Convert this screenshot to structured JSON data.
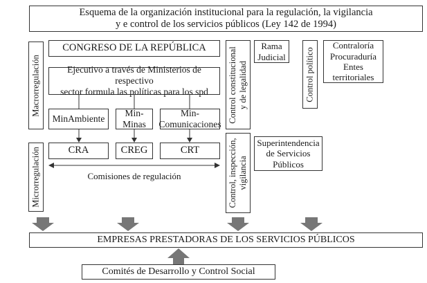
{
  "title": {
    "line1": "Esquema de la organización institucional para la regulación, la vigilancia",
    "line2": "y e control de los servicios públicos  (Ley 142 de 1994)"
  },
  "left_labels": {
    "macro": "Macrorregulación",
    "micro": "Microrregulación"
  },
  "congreso": "CONGRESO DE LA REPÚBLICA",
  "ejecutivo": {
    "line1": "Ejecutivo a través de Ministerios de respectivo",
    "line2": "sector formula las políticas para los spd"
  },
  "ministries": [
    {
      "line1": "MinAmbiente",
      "line2": ""
    },
    {
      "line1": "Min-",
      "line2": "Minas"
    },
    {
      "line1": "Min-",
      "line2": "Comunicaciones"
    }
  ],
  "commissions": [
    "CRA",
    "CREG",
    "CRT"
  ],
  "commissions_label": "Comisiones de regulación",
  "control_constitucional": {
    "line1": "Control constitucional",
    "line2": "y de legalidad"
  },
  "rama_judicial": {
    "line1": "Rama",
    "line2": "Judicial"
  },
  "control_politico": "Control político",
  "contraloria": {
    "line1": "Contraloría",
    "line2": "Procuraduría",
    "line3": "Entes",
    "line4": "territoriales"
  },
  "control_inspeccion": {
    "line1": "Control, inspección,",
    "line2": "vigilancia"
  },
  "superintendencia": {
    "line1": "Superintendencia",
    "line2": "de Servicios",
    "line3": "Públicos"
  },
  "empresas": "EMPRESAS PRESTADORAS DE LOS SERVICIOS PÚBLICOS",
  "comites": "Comités de Desarrollo y Control Social",
  "colors": {
    "border": "#333333",
    "arrow_fill": "#777777",
    "text": "#1a1a1a"
  }
}
